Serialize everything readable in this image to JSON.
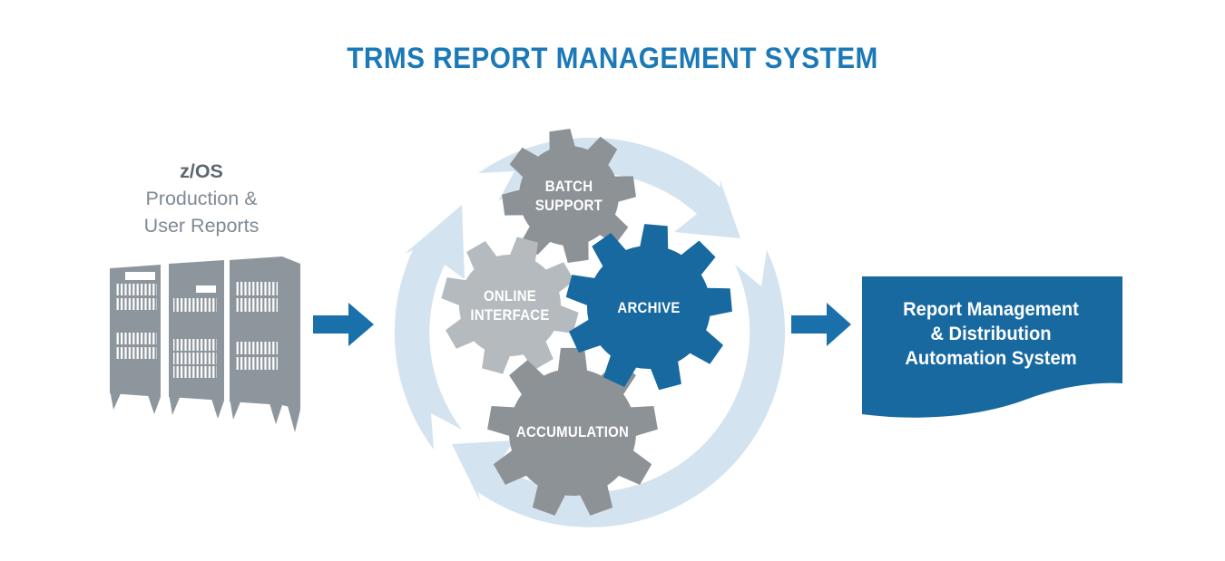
{
  "title": "TRMS REPORT MANAGEMENT SYSTEM",
  "source": {
    "platform": "z/OS",
    "line2": "Production &",
    "line3": "User Reports"
  },
  "cycle": {
    "gears": {
      "batch": {
        "line1": "BATCH",
        "line2": "SUPPORT"
      },
      "online": {
        "line1": "ONLINE",
        "line2": "INTERFACE"
      },
      "archive": {
        "label": "ARCHIVE"
      },
      "accumulation": {
        "label": "ACCUMULATION"
      }
    }
  },
  "output_box": {
    "line1": "Report Management",
    "line2": "& Distribution",
    "line3": "Automation System"
  },
  "icons": {
    "servers": "mainframe-servers-icon",
    "flow_arrow": "right-arrow-icon",
    "cycle": "circular-arrows-icon",
    "gear": "gear-icon"
  },
  "colors": {
    "title_blue": "#1b79b7",
    "arrow_blue": "#1a70ab",
    "archive_gear_blue": "#1769a0",
    "output_box_blue": "#1769a0",
    "cycle_ring_light_blue": "#d3e3f0",
    "gear_gray": "#8d9297",
    "gear_light_gray": "#b5babe",
    "server_gray": "#8e969d",
    "source_label_dark": "#5c6870",
    "source_label_gray": "#7e8a94",
    "gear_text": "#ffffff",
    "background": "#ffffff"
  }
}
